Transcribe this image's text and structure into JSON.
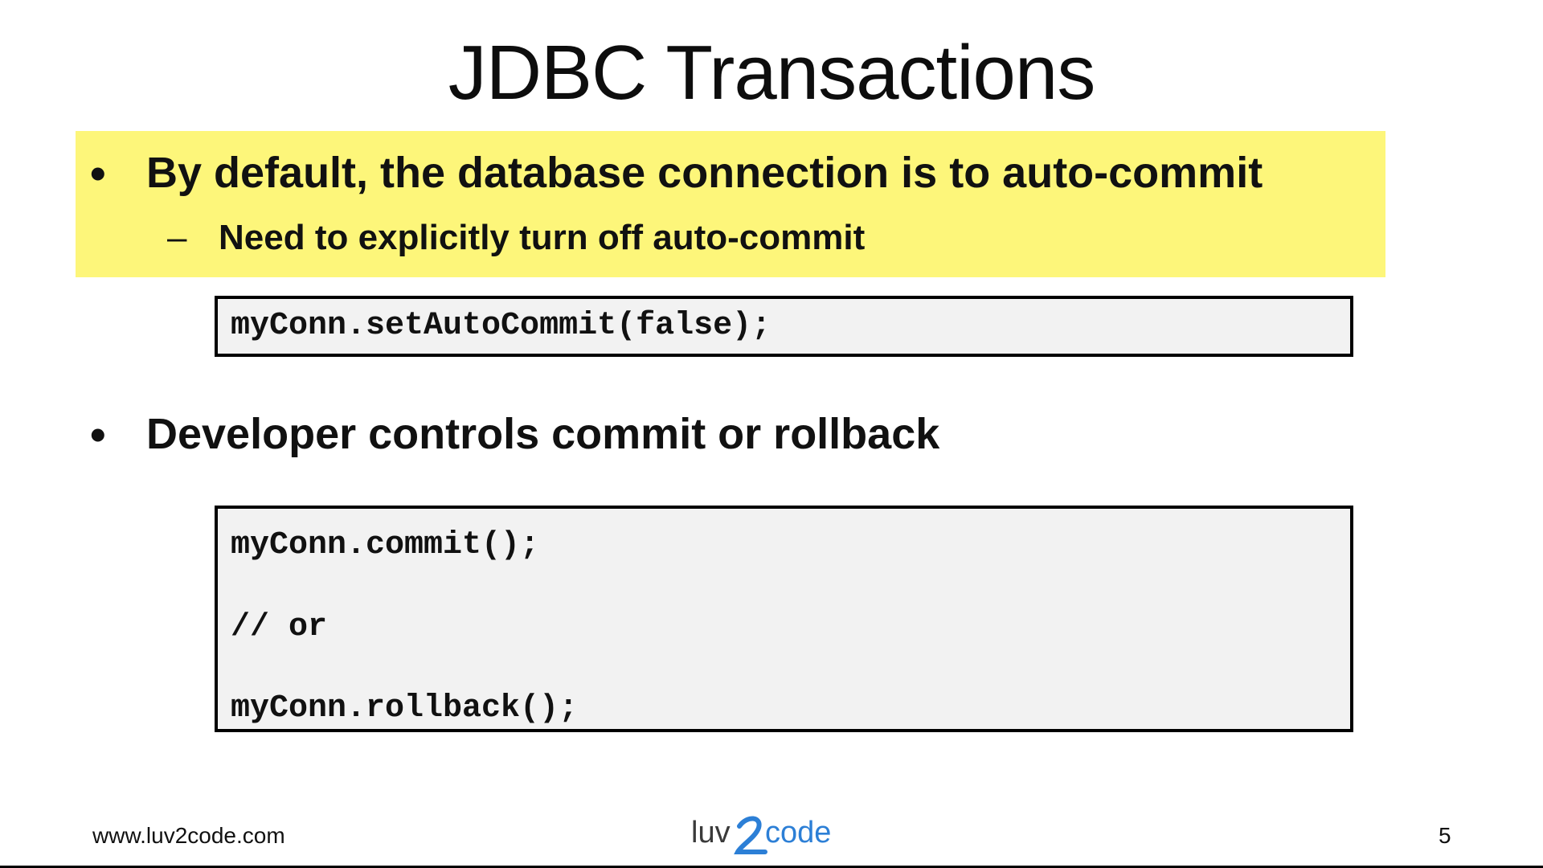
{
  "slide": {
    "title": "JDBC Transactions",
    "highlight_color": "#fdf67a",
    "bullets": [
      {
        "symbol": "•",
        "text": "By default, the database connection is to auto-commit",
        "sub": {
          "symbol": "–",
          "text": "Need to explicitly turn off auto-commit"
        },
        "code": [
          "myConn.setAutoCommit(false);"
        ]
      },
      {
        "symbol": "•",
        "text": "Developer controls commit or rollback",
        "code": [
          "myConn.commit();",
          "// or",
          "myConn.rollback();"
        ]
      }
    ],
    "footer": {
      "url": "www.luv2code.com",
      "logo_text": "luv2code",
      "page_number": "5"
    }
  }
}
